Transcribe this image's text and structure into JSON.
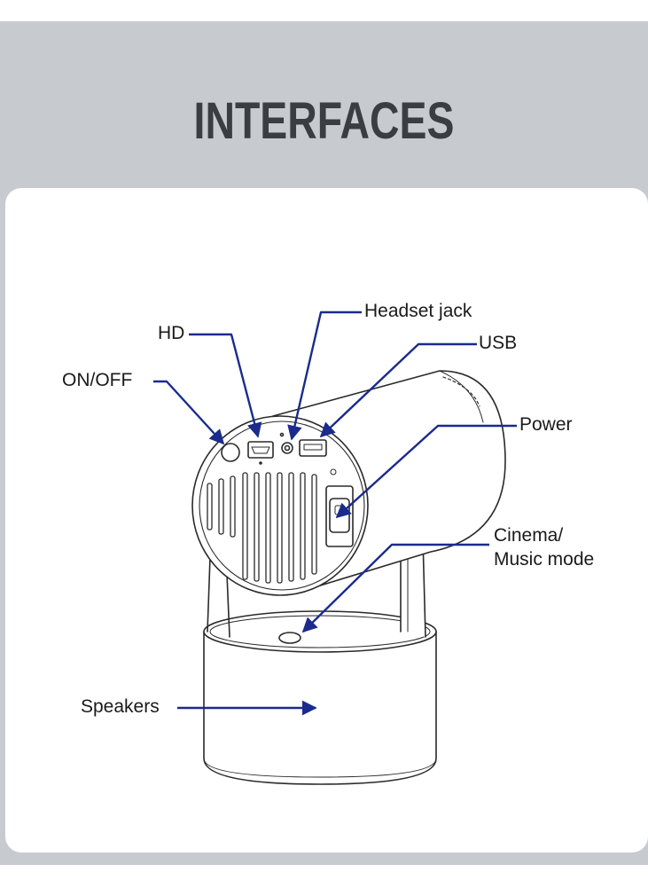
{
  "title": "INTERFACES",
  "labels": {
    "hd": "HD",
    "headset_jack": "Headset jack",
    "usb": "USB",
    "on_off": "ON/OFF",
    "power": "Power",
    "cinema_line1": "Cinema/",
    "cinema_line2": "Music mode",
    "speakers": "Speakers"
  },
  "colors": {
    "background_band": "#c7cbd0",
    "title": "#3a3d42",
    "pointer": "#1a2b8c",
    "outline": "#2a2a2a"
  }
}
